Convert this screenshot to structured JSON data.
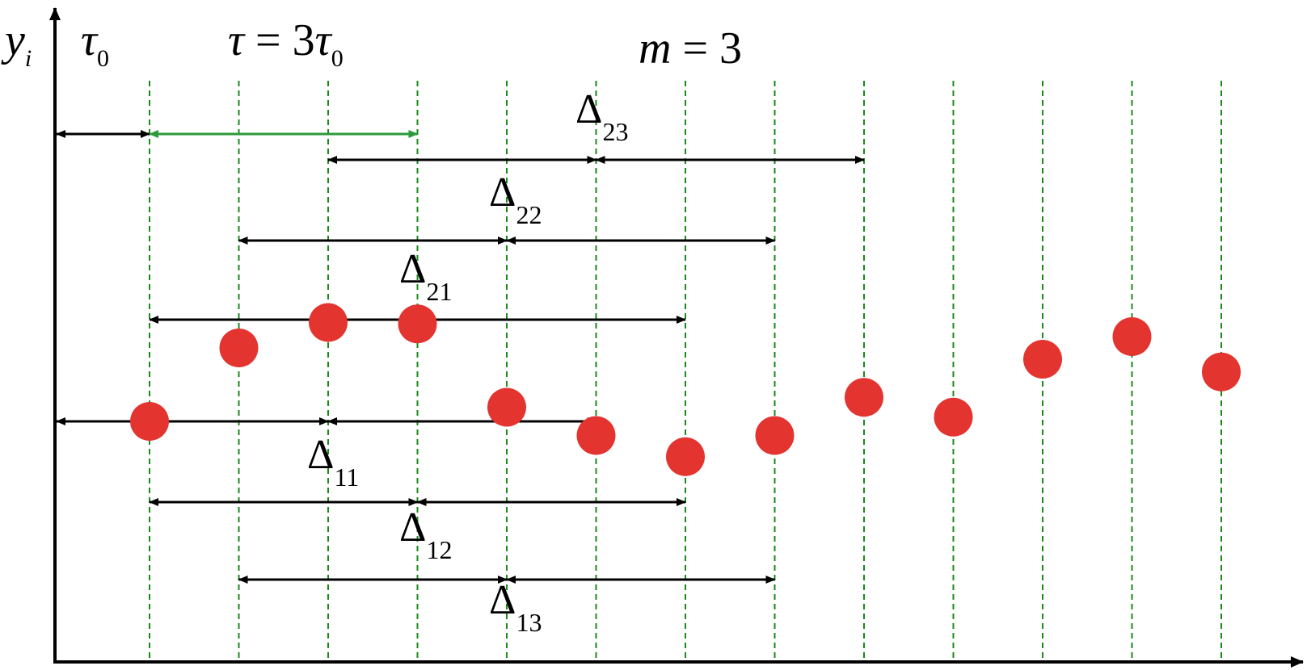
{
  "axis": {
    "ylabel": "y",
    "ylabel_sub": "i"
  },
  "header": {
    "tau0": {
      "sym": "τ",
      "sub": "0"
    },
    "tau_eq": {
      "lhs": "τ",
      "eq": " = 3",
      "rhs": "τ",
      "sub": "0"
    },
    "m_eq": {
      "sym": "m",
      "eq": " = 3"
    }
  },
  "delta_symbol": "Δ",
  "labels": {
    "d23": "23",
    "d22": "22",
    "d21": "21",
    "d11": "11",
    "d12": "12",
    "d13": "13"
  },
  "colors": {
    "axis": "#000000",
    "grid": "#1a8a1a",
    "tau_arrow": "#2a9a3a",
    "arrow": "#000000",
    "point": "#e3342f"
  },
  "series": {
    "grid_count": 13,
    "point_levels": [
      0,
      0.52,
      0.7,
      0.69,
      0.1,
      -0.1,
      -0.25,
      -0.1,
      0.17,
      0.03,
      0.44,
      0.6,
      0.35
    ]
  }
}
